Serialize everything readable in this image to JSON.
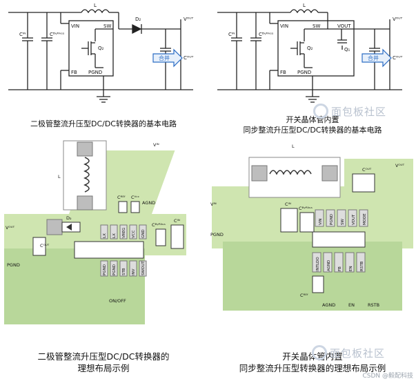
{
  "schem1": {
    "L": "L",
    "vin_pin": "VIN",
    "sw_pin": "SW",
    "fb_pin": "FB",
    "pgnd_pin": "PGND",
    "d2": "D₂",
    "q2": "Q₂",
    "cin": "Cᴵᴺ",
    "cbypass": "Cᴮᵞᴾᴬˢˢ",
    "vout": "Vᴼᵁᵀ",
    "cout": "Cᴼᵁᵀ",
    "merge": "合并"
  },
  "schem2": {
    "L": "L",
    "vin_pin": "VIN",
    "sw_pin": "SW",
    "vout_pin": "VOUT",
    "fb_pin": "FB",
    "pgnd_pin": "PGND",
    "q1": "Q₁",
    "q2": "Q₂",
    "cin": "Cᴵᴺ",
    "cbypass": "Cᴮᵞᴾᴬˢˢ",
    "vout": "Vᴼᵁᵀ",
    "cout": "Cᴼᵁᵀ",
    "merge": "合并"
  },
  "captions": {
    "c1": "二极管整流升压型DC/DC转换器的基本电路",
    "c2a": "开关晶体管内置",
    "c2b": "同步整流升压型DC/DC转换器的基本电路",
    "c3a": "二极管整流升压型DC/DC转换器的",
    "c3b": "理想布局示例",
    "c4a": "开关晶体管内置",
    "c4b": "同步整流升压型转换器的理想布局示例"
  },
  "layout1": {
    "L": "L",
    "vin": "Vᴵᴺ",
    "vout": "Vᴼᵁᵀ",
    "d2": "D₂",
    "cout": "Cᴼᵁᵀ",
    "pgnd": "PGND",
    "cref": "Cᴿᴱᶠ",
    "cvcc": "Cⱽᶜᶜ",
    "agnd": "AGND",
    "cbypass": "Cᴮᵞᴾᴬˢˢ",
    "cin": "Cᴵᴺ",
    "onoff": "ON/OFF",
    "pins_top": [
      "LX",
      "LX",
      "VREG",
      "VCC",
      "GND"
    ],
    "pins_bot": [
      "PGND",
      "PGND",
      "STB",
      "INV",
      "SWOUT"
    ]
  },
  "layout2": {
    "L": "L",
    "vin": "Vᴵᴺ",
    "vout": "Vᴼᵁᵀ",
    "cout": "Cᴼᵁᵀ",
    "pgnd": "PGND",
    "cin": "Cᴵᴺ",
    "cbypass": "Cᴮᵞᴾᴬˢˢ",
    "cref": "Cᴿᴱᶠ",
    "agnd": "AGND",
    "en": "EN",
    "rstb": "RSTB",
    "pins_top": [
      "VIN",
      "PGND",
      "SW",
      "VOUT",
      "MODE"
    ],
    "pins_bot": [
      "INTLDO",
      "AGND",
      "FB",
      "EN",
      "RSTB"
    ]
  },
  "watermark": {
    "text": "面包板社区"
  },
  "credit": "CSDN @毅配科技",
  "colors": {
    "board": "#cfe5b0",
    "trace": "#b8d79a",
    "pad": "#bdbdbd",
    "label_blue": "#1a3d8f",
    "merge_blue": "#2b6cc4"
  }
}
